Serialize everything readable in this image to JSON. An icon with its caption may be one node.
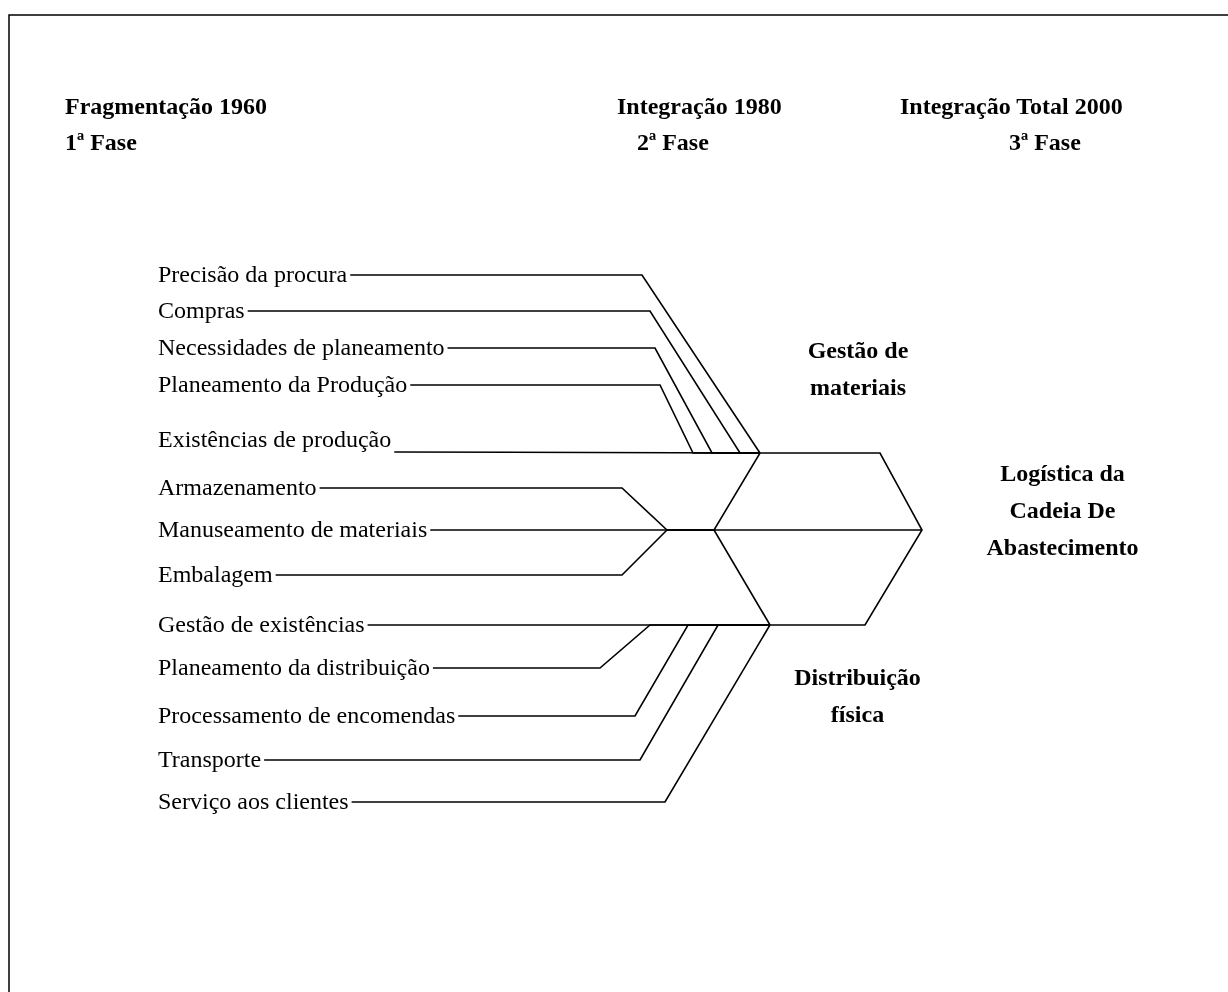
{
  "diagram": {
    "nodes": [
      {
        "text": [
          "Precisão da procura"
        ]
      },
      {
        "text": [
          "Compras"
        ]
      },
      {
        "text": [
          "Necessidades de planeamento"
        ]
      },
      {
        "text": [
          "Planeamento da Produção"
        ]
      },
      {
        "text": [
          "Existências de produção"
        ]
      },
      {
        "text": [
          "Armazenamento"
        ]
      },
      {
        "text": [
          "Manuseamento de materiais"
        ]
      },
      {
        "text": [
          "Embalagem"
        ]
      },
      {
        "text": [
          "Gestão de existências"
        ]
      },
      {
        "text": [
          "Planeamento da distribuição"
        ]
      },
      {
        "text": [
          "Processamento de encomendas"
        ]
      },
      {
        "text": [
          "Transporte"
        ]
      },
      {
        "text": [
          "Serviço aos clientes"
        ]
      },
      {
        "text": [],
        "shape": "hexagon",
        "beside": [
          "Gestão de materiais",
          "Logística da Cadeia De Abastecimento",
          "Distribuição física"
        ]
      }
    ],
    "edges": [
      {
        "from": 0,
        "to": 13,
        "arrow": "none"
      },
      {
        "from": 1,
        "to": 13,
        "arrow": "none"
      },
      {
        "from": 2,
        "to": 13,
        "arrow": "none"
      },
      {
        "from": 3,
        "to": 13,
        "arrow": "none"
      },
      {
        "from": 4,
        "to": 13,
        "arrow": "none"
      },
      {
        "from": 5,
        "to": 13,
        "arrow": "none"
      },
      {
        "from": 6,
        "to": 13,
        "arrow": "none"
      },
      {
        "from": 7,
        "to": 13,
        "arrow": "none"
      },
      {
        "from": 8,
        "to": 13,
        "arrow": "none"
      },
      {
        "from": 9,
        "to": 13,
        "arrow": "none"
      },
      {
        "from": 10,
        "to": 13,
        "arrow": "none"
      },
      {
        "from": 11,
        "to": 13,
        "arrow": "none"
      },
      {
        "from": 12,
        "to": 13,
        "arrow": "none"
      }
    ],
    "labels": [
      "Fragmentação 1960",
      "Integração 1980",
      "Integração Total 2000",
      "1ª Fase",
      "2ª Fase",
      "3ª Fase"
    ]
  }
}
